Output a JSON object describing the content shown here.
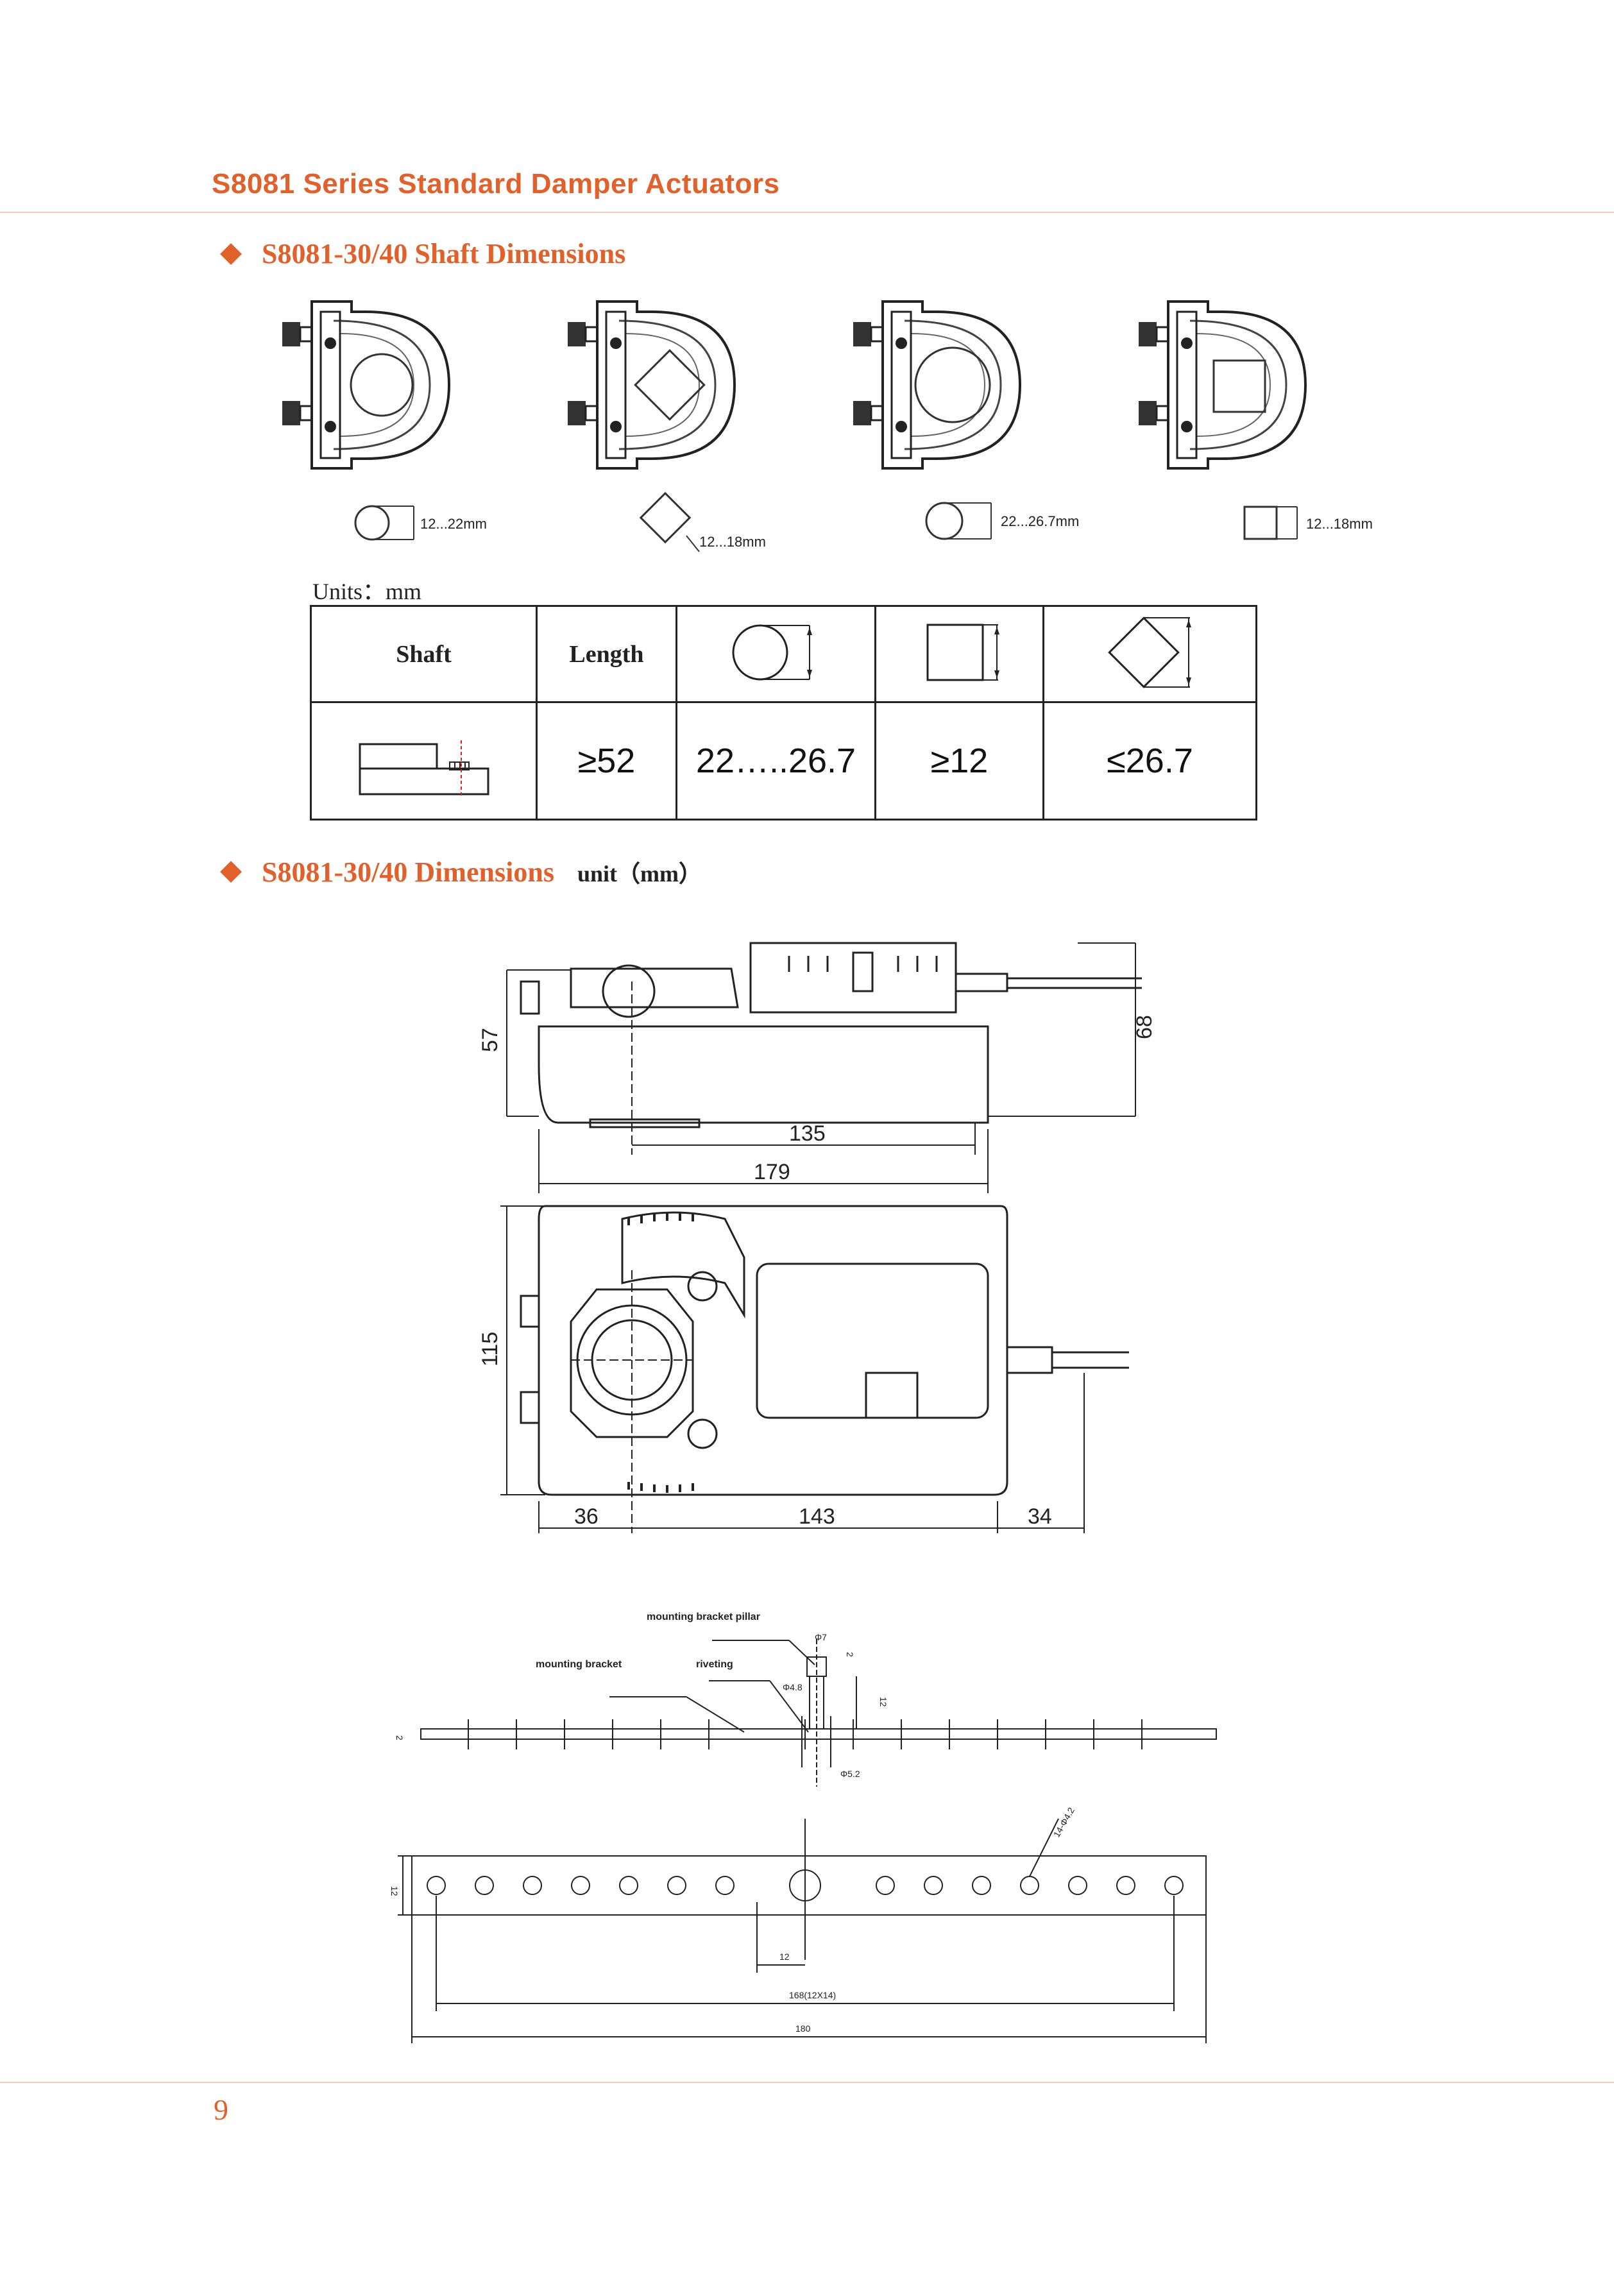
{
  "header": {
    "title": "S8081 Series Standard Damper Actuators"
  },
  "section1": {
    "title": "S8081-30/40 Shaft Dimensions",
    "shaft_labels": [
      "12...22mm",
      "12...18mm",
      "22...26.7mm",
      "12...18mm"
    ]
  },
  "table": {
    "units": "Units：mm",
    "headers": {
      "shaft": "Shaft",
      "length": "Length"
    },
    "values": {
      "length": "≥52",
      "round": "22…..26.7",
      "square": "≥12",
      "diamond": "≤26.7"
    }
  },
  "section2": {
    "title": "S8081-30/40 Dimensions",
    "unit": "unit（mm）",
    "dims": {
      "h57": "57",
      "h68": "68",
      "w135": "135",
      "w179": "179",
      "h115": "115",
      "w36": "36",
      "w143": "143",
      "w34": "34"
    }
  },
  "bracket": {
    "label_pillar": "mounting bracket pillar",
    "label_bracket": "mounting bracket",
    "label_riveting": "riveting",
    "phi7": "Φ7",
    "phi48": "Φ4.8",
    "phi52": "Φ5.2",
    "d2a": "2",
    "d12a": "12",
    "d2b": "2",
    "holes": "14-Φ4.2",
    "d12b": "12",
    "d12c": "12",
    "d168": "168(12X14)",
    "d180": "180"
  },
  "page": {
    "number": "9"
  }
}
